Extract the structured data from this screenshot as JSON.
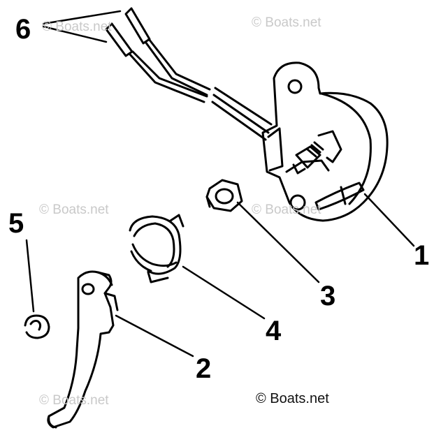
{
  "callouts": {
    "c1": "1",
    "c2": "2",
    "c3": "3",
    "c4": "4",
    "c5": "5",
    "c6": "6"
  },
  "watermarks": {
    "faint": "© Boats.net",
    "main": "© Boats.net"
  },
  "parts": {
    "p1": "switch-body-assembly",
    "p2": "lever-arm",
    "p3": "hex-nut",
    "p4": "torsion-spring",
    "p5": "retaining-clip",
    "p6": "wire-leads"
  }
}
